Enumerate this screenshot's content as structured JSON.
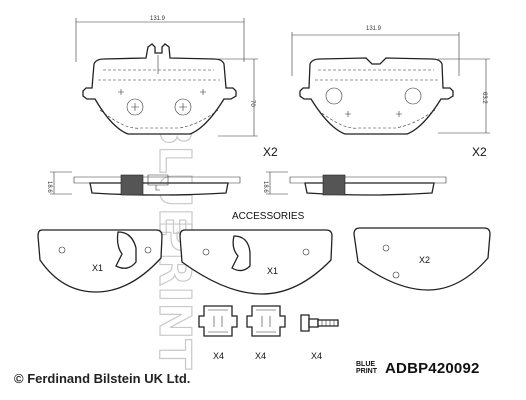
{
  "watermark": {
    "line1": "BLUE",
    "line2": "PRINT"
  },
  "dimensions": {
    "left_width": "131.9",
    "left_height": "70",
    "right_width": "131.9",
    "right_height": "63.2",
    "left_thickness": "18.6",
    "right_thickness": "18.6"
  },
  "quantities": {
    "pad_top_left": "X2",
    "pad_top_right": "X2",
    "shim_1": "X1",
    "shim_2": "X1",
    "shim_3": "X2",
    "clip_1": "X4",
    "clip_2": "X4",
    "bolt": "X4"
  },
  "accessories_label": "ACCESSORIES",
  "footer": {
    "copyright": "© Ferdinand Bilstein UK Ltd.",
    "logo_line1": "BLUE",
    "logo_line2": "PRINT",
    "part_number": "ADBP420092"
  }
}
